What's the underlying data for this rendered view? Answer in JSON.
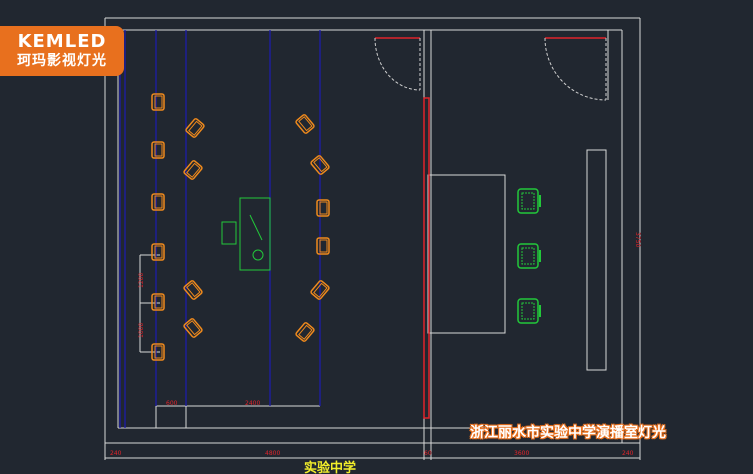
{
  "logo": {
    "brand": "KEMLED",
    "subtitle": "珂玛影视灯光"
  },
  "caption": "浙江丽水市实验中学演播室灯光",
  "drawing_label": "实验中学",
  "dimensions": {
    "bottom": [
      "240",
      "4800",
      "60",
      "3600",
      "240"
    ],
    "inner_bottom": [
      "600",
      "2400"
    ],
    "left_vertical": [
      "1200",
      "1000"
    ],
    "right_vertical": "3750"
  },
  "colors": {
    "background": "#212730",
    "wall": "#d8d8d8",
    "partition": "#e0242a",
    "grid_line": "#1c1ca8",
    "chair": "#f08a1c",
    "desk": "#22c83a",
    "brand": "#e8701e",
    "label": "#f2ee2a"
  }
}
